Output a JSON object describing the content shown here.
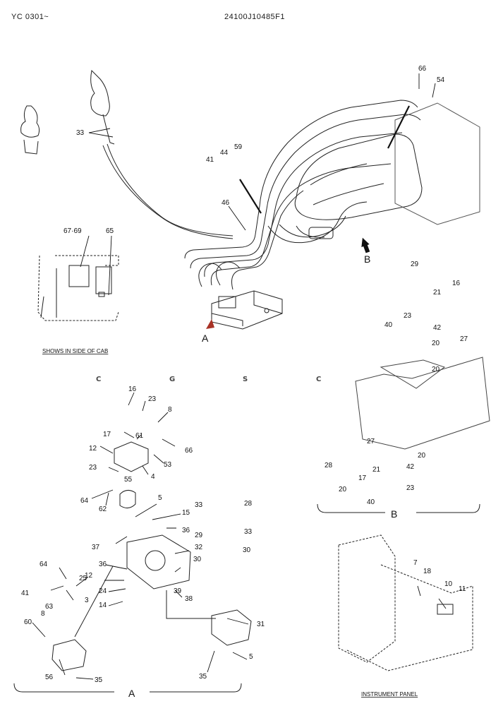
{
  "header": {
    "serial": "YC 0301~",
    "part_number": "24100J10485F1"
  },
  "captions": {
    "cab_inset": "SHOWS IN SIDE OF CAB",
    "instrument_panel": "INSTRUMENT PANEL"
  },
  "section_labels": {
    "a": "A",
    "b": "B",
    "view_a": "A",
    "view_b": "B"
  },
  "watermark": {
    "letters": [
      "C",
      "G",
      "S",
      "C"
    ],
    "colors": [
      "#4a90e8",
      "#f25a50",
      "#f7c340",
      "#33a25e"
    ]
  },
  "callouts": {
    "main": [
      "33",
      "66",
      "54",
      "44",
      "59",
      "41",
      "46",
      "67·69",
      "65"
    ],
    "view_b": [
      "29",
      "16",
      "21",
      "23",
      "40",
      "42",
      "20",
      "27",
      "20",
      "20",
      "28",
      "17",
      "21",
      "42",
      "20",
      "23",
      "40",
      "27",
      "20"
    ],
    "view_a": [
      "16",
      "23",
      "8",
      "17",
      "61",
      "66",
      "12",
      "53",
      "23",
      "4",
      "55",
      "64",
      "62",
      "5",
      "15",
      "36",
      "33",
      "28",
      "37",
      "32",
      "29",
      "33",
      "36",
      "30",
      "30",
      "64",
      "25",
      "12",
      "39",
      "41",
      "24",
      "63",
      "3",
      "38",
      "14",
      "60",
      "8",
      "31",
      "56",
      "35",
      "35",
      "5"
    ],
    "instrument_panel": [
      "7",
      "18",
      "10",
      "11"
    ]
  }
}
